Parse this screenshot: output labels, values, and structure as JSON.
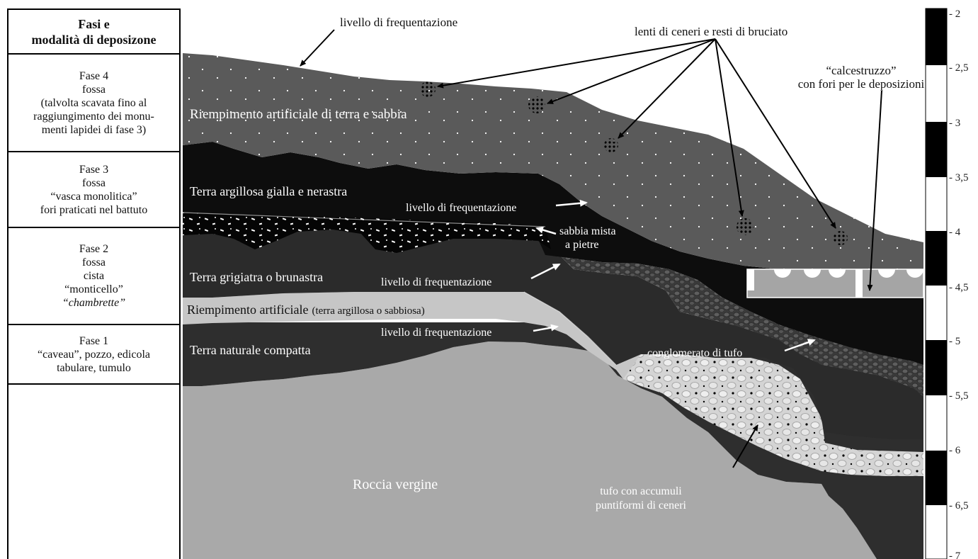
{
  "table": {
    "header": {
      "line1": "Fasi e",
      "line2": "modalità di deposizone"
    },
    "phases": [
      {
        "title": "Fase 4",
        "lines": [
          "fossa",
          "(talvolta scavata fino al",
          "raggiungimento dei monu-",
          "menti lapidei di fase 3)"
        ]
      },
      {
        "title": "Fase 3",
        "lines": [
          "fossa",
          "“vasca monolitica”",
          "fori praticati nel battuto"
        ]
      },
      {
        "title": "Fase 2",
        "lines": [
          "fossa",
          "cista",
          "“monticello”"
        ],
        "italic_line": "“chambrette”"
      },
      {
        "title": "Fase 1",
        "lines": [
          "“caveau”, pozzo, edicola",
          "tabulare, tumulo"
        ]
      }
    ]
  },
  "layers": {
    "fill_top": "Riempimento artificiale di terra e sabbia",
    "clay": "Terra argillosa gialla e nerastra",
    "grey_brown": "Terra grigiatra o brunastra",
    "artificial_fill": "Riempimento artificiale",
    "artificial_fill_note": "(terra argillosa o sabbiosa)",
    "natural": "Terra naturale compatta",
    "rock": "Roccia vergine"
  },
  "annotations": {
    "frequentation": "livello di frequentazione",
    "ash_lenses": "lenti di ceneri e resti di bruciato",
    "calcestruzzo_1": "“calcestruzzo”",
    "calcestruzzo_2": "con fori per le deposizioni",
    "sand_1": "sabbia mista",
    "sand_2": "a pietre",
    "tuff_conglomerate": "conglomerato di tufo",
    "tuff_ash_1": "tufo con accumuli",
    "tuff_ash_2": "puntiformi di ceneri"
  },
  "depth_scale": {
    "labels": [
      "- 2",
      "- 2,5",
      "- 3",
      "- 3,5",
      "- 4",
      "- 4,5",
      "- 5",
      "- 5,5",
      "- 6",
      "- 6,5",
      "- 7"
    ]
  },
  "colors": {
    "fill_top": "#5a5a5a",
    "clay": "#0d0d0d",
    "grey_brown": "#2b2b2b",
    "artificial_fill": "#c4c4c4",
    "natural": "#303030",
    "rock": "#a9a9a9",
    "tuff_ash": "#dcdcdc",
    "conglomerate": "#4a4a4a"
  }
}
